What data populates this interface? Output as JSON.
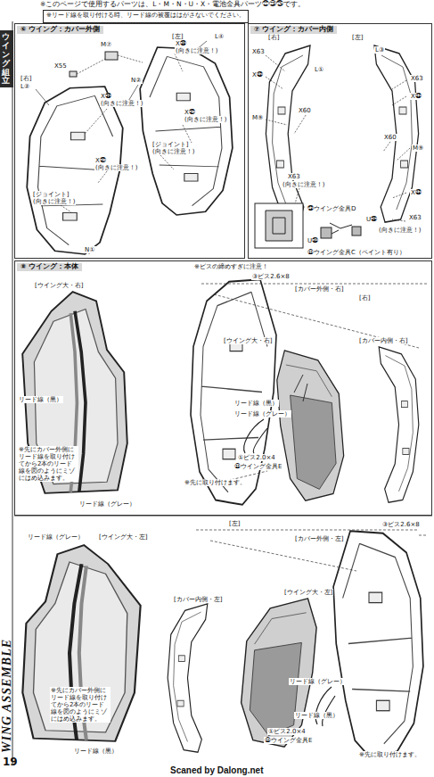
{
  "diagram": {
    "nodes": [
      {
        "text": [
          "※リード線を取り付ける時、リード線の被覆ははがさないでください。"
        ]
      },
      {
        "text": [
          "ウイング組立"
        ]
      },
      {
        "text": [
          "⑥ ウイング：カバー外側"
        ]
      },
      {
        "text": [
          "⑦ ウイング：カバー内側"
        ]
      },
      {
        "text": [
          "⑧ ウイング：本体",
          "※ビスの締めすぎに注意！"
        ]
      }
    ],
    "labels": [
      "※このページで使用するパーツは、L・M・N・U・X・電池金具パーツ㉒㉓㉕です。",
      "[左]",
      "L④",
      "M⑦",
      "X55",
      "X㊳",
      "(向きに注意！)",
      "N②",
      "X㊳",
      "(向きに注意！)",
      "X㊲",
      "(向きに注意！)",
      "[ジョイント]",
      "(向きに注意！)",
      "[右]",
      "L②",
      "X㊲",
      "(向きに注意！)",
      "[ジョイント]",
      "(向きに注意！)",
      "N①",
      "[右]",
      "[左]",
      "X63",
      "X㊸",
      "L①",
      "L③",
      "X63",
      "X㊸",
      "M⑨",
      "X60",
      "X60",
      "M⑨",
      "X63",
      "(向きに注意！)",
      "X㊸",
      "X63",
      "(向きに注意！)",
      "㉓ウイング金具D",
      "U㉟",
      "U㉞",
      "㉒ウイング金具C（ペイント有り）",
      "[ウイング大・右]",
      "リード線（黒）",
      "※先にカバー外側にリード線を取り付けてから2本のリード線を図のようにミゾにはめ込みます。",
      "リード線（グレー）",
      "③ビス2.6×8",
      "[カバー外側・右]",
      "[右]",
      "[ウイング大・右]",
      "[カバー内側・右]",
      "リード線（黒）",
      "リード線（グレー）",
      "①ビス2.0×4",
      "㉒ウイング金具E",
      "※先に取り付けます。",
      "リード線（グレー）",
      "[ウイング大・左]",
      "※先にカバー外側にリード線を取り付けてから2本のリード線を図のようにミゾにはめ込みます。",
      "リード線（黒）",
      "[左]",
      "③ビス2.6×8",
      "[カバー外側・左]",
      "[カバー内側・左]",
      "[ウイング大・左]",
      "リード線（グレー）",
      "リード線（黒）",
      "①ビス2.0×4",
      "㉒ウイング金具E",
      "※先に取り付けます。",
      "WING ASSEMBLE",
      "19",
      "Scaned by Dalong.net"
    ]
  }
}
